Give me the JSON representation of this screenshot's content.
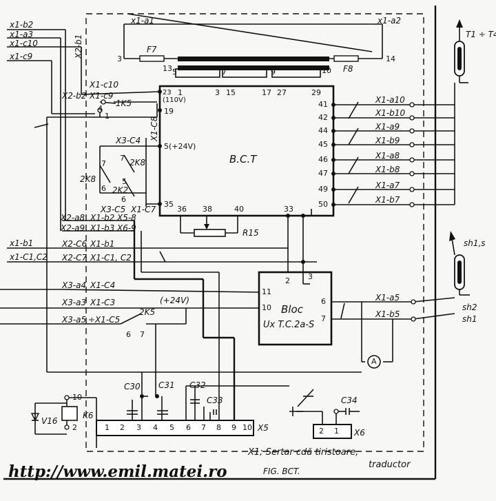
{
  "edge_labels": [
    "x1-b2",
    "x1-a3",
    "x1-c10",
    "x1-c9",
    "x1-b1",
    "x1-C1,C2"
  ],
  "top": {
    "left_pin": "x1-a1",
    "right_pin": "x1-a2",
    "n3": "3",
    "n14": "14",
    "f7": "F7",
    "f8": "F8",
    "n13": "13",
    "tap_top": [
      "5",
      "7",
      "9",
      "10"
    ]
  },
  "bct": {
    "name": "B.C.T",
    "top_pins": [
      "1",
      "3",
      "15",
      "17",
      "27",
      "29"
    ],
    "left_pins": [
      "23 (110V)",
      "19",
      "5(+24V)",
      "35"
    ],
    "bottom_pins": [
      "36",
      "38",
      "40",
      "33"
    ],
    "right_pins": [
      "41",
      "42",
      "44",
      "45",
      "46",
      "47",
      "49",
      "50"
    ],
    "r15": "R15"
  },
  "right_terms": [
    "X1-a10",
    "X1-b10",
    "X1-a9",
    "X1-b9",
    "X1-a8",
    "X1-b8",
    "X1-a7",
    "X1-b7"
  ],
  "left_group": {
    "x2b1": "X2-b1",
    "x1c10": "X1-c10",
    "x2b2": "X2-b2",
    "x1c9": "X1-c9",
    "k5": "1K5",
    "k5a": "4",
    "k5b": "1",
    "x1c8": "X1-C8",
    "x3c4": "X3-C4",
    "k8a": "2K8",
    "k8b": "2K8",
    "k2": "2K2",
    "x3c5": "X3-C5",
    "x1c7": "X1-C7",
    "s7a": "7",
    "s7b": "7",
    "s5": "5",
    "s6a": "6",
    "s6b": "6"
  },
  "mid_rows": [
    {
      "a": "X2-a8",
      "b": "X1-b2",
      "c": "X5-8"
    },
    {
      "a": "X2-a9",
      "b": "X1-b3",
      "c": "X6-9"
    },
    {
      "a": "X2-C6",
      "b": "X1-b1",
      "c": ""
    },
    {
      "a": "X2-C7",
      "b": "X1-C1, C2",
      "c": ""
    },
    {
      "a": "X3-a4",
      "b": "X1-C4",
      "c": ""
    },
    {
      "a": "X3-a3",
      "b": "X1-C3",
      "c": ""
    },
    {
      "a": "X3-a5",
      "b": "÷X1-C5",
      "c": ""
    }
  ],
  "k5": {
    "label": "2K5",
    "n6": "6",
    "n7": "7",
    "v24": "(+24V)"
  },
  "bloc": {
    "line1": "Bloc",
    "line2": "Ux T.C.2a-S",
    "pins": [
      "2",
      "3",
      "11",
      "10",
      "6",
      "7"
    ]
  },
  "out_terms": [
    "X1-a5",
    "X1-b5"
  ],
  "sensors": {
    "t": "T1 ÷ T4",
    "sh": "sh1,s",
    "sh2": "sh2",
    "sh1": "sh1"
  },
  "meter": "A",
  "caps": [
    "C30",
    "C31",
    "C32",
    "C33",
    "C34"
  ],
  "relay": {
    "n10": "10",
    "n2": "2",
    "diode": "V16",
    "k6": "K6"
  },
  "x5": {
    "pins": [
      "1",
      "2",
      "3",
      "4",
      "5",
      "6",
      "7",
      "8",
      "9",
      "10"
    ],
    "name": "X5"
  },
  "x6": {
    "pins": [
      "2",
      "1"
    ],
    "name": "X6"
  },
  "footer": {
    "line1": "X1; Sertar cdă tiristoare,",
    "line2": "traductor",
    "fig": "FIG. BCT."
  },
  "url": "http://www.emil.matei.ro"
}
